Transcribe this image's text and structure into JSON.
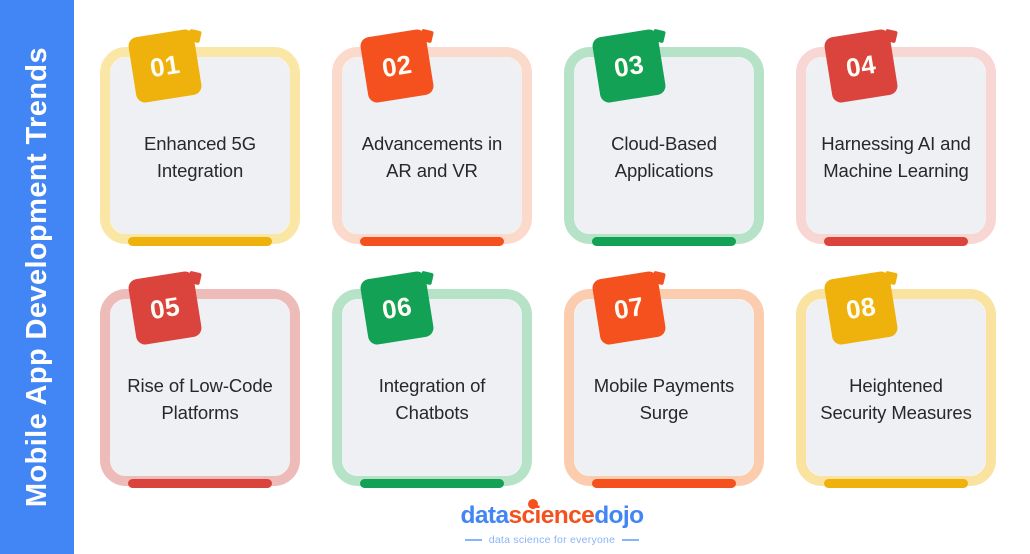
{
  "sidebar": {
    "title": "Mobile App Development Trends",
    "background_color": "#4285F4",
    "text_color": "#FFFFFF"
  },
  "cards": [
    {
      "number": "01",
      "text": "Enhanced 5G Integration",
      "accent_color": "#EFB20D",
      "pastel_color": "#FAE7A6"
    },
    {
      "number": "02",
      "text": "Advancements in AR and VR",
      "accent_color": "#F4511E",
      "pastel_color": "#FBD9CB"
    },
    {
      "number": "03",
      "text": "Cloud-Based Applications",
      "accent_color": "#12A155",
      "pastel_color": "#B6E3C7"
    },
    {
      "number": "04",
      "text": "Harnessing AI and Machine Learning",
      "accent_color": "#DB443C",
      "pastel_color": "#F7D6D3"
    },
    {
      "number": "05",
      "text": "Rise of Low-Code Platforms",
      "accent_color": "#DB443C",
      "pastel_color": "#EEBCB8"
    },
    {
      "number": "06",
      "text": "Integration of Chatbots",
      "accent_color": "#12A155",
      "pastel_color": "#B6E3C7"
    },
    {
      "number": "07",
      "text": "Mobile Payments Surge",
      "accent_color": "#F4511E",
      "pastel_color": "#FBCCAE"
    },
    {
      "number": "08",
      "text": "Heightened Security Measures",
      "accent_color": "#EFB20D",
      "pastel_color": "#FAE2A0"
    }
  ],
  "footer": {
    "logo_part1": "data",
    "logo_part2": "science",
    "logo_part3": "dojo",
    "tagline": "data science for everyone",
    "brand_blue": "#4285F4",
    "brand_orange": "#F4511E",
    "tagline_color": "#8AB4F8"
  }
}
